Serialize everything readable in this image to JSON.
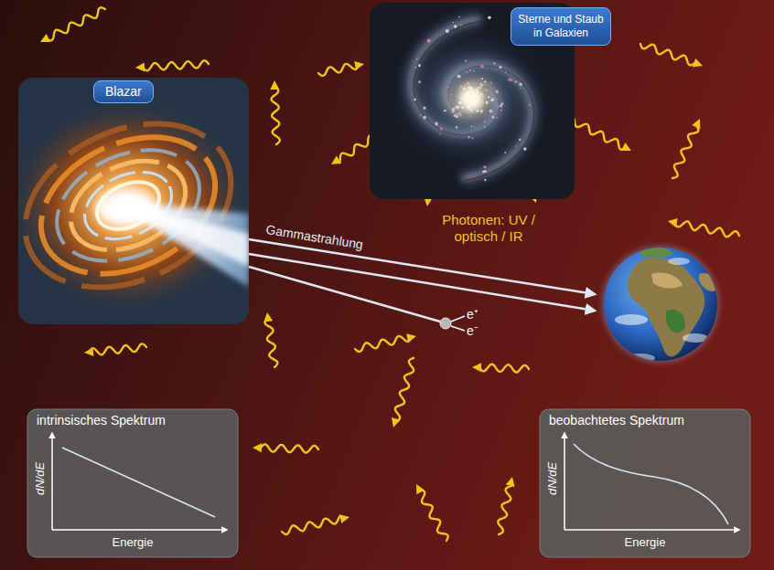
{
  "diagram": {
    "nodes": [
      {
        "text": [
          "Sterne und Staub in Galaxien"
        ]
      },
      {
        "text": [
          "Blazar"
        ]
      },
      {
        "text": [
          "intrinsisches Spektrum",
          "dN/dE",
          "Energie"
        ]
      },
      {
        "text": [
          "beobachtetes Spektrum",
          "dN/dE",
          "Energie"
        ]
      }
    ],
    "labels": [
      "Gammastrahlung",
      "Photonen: UV / optisch / IR",
      "e⁺",
      "e⁻"
    ]
  }
}
